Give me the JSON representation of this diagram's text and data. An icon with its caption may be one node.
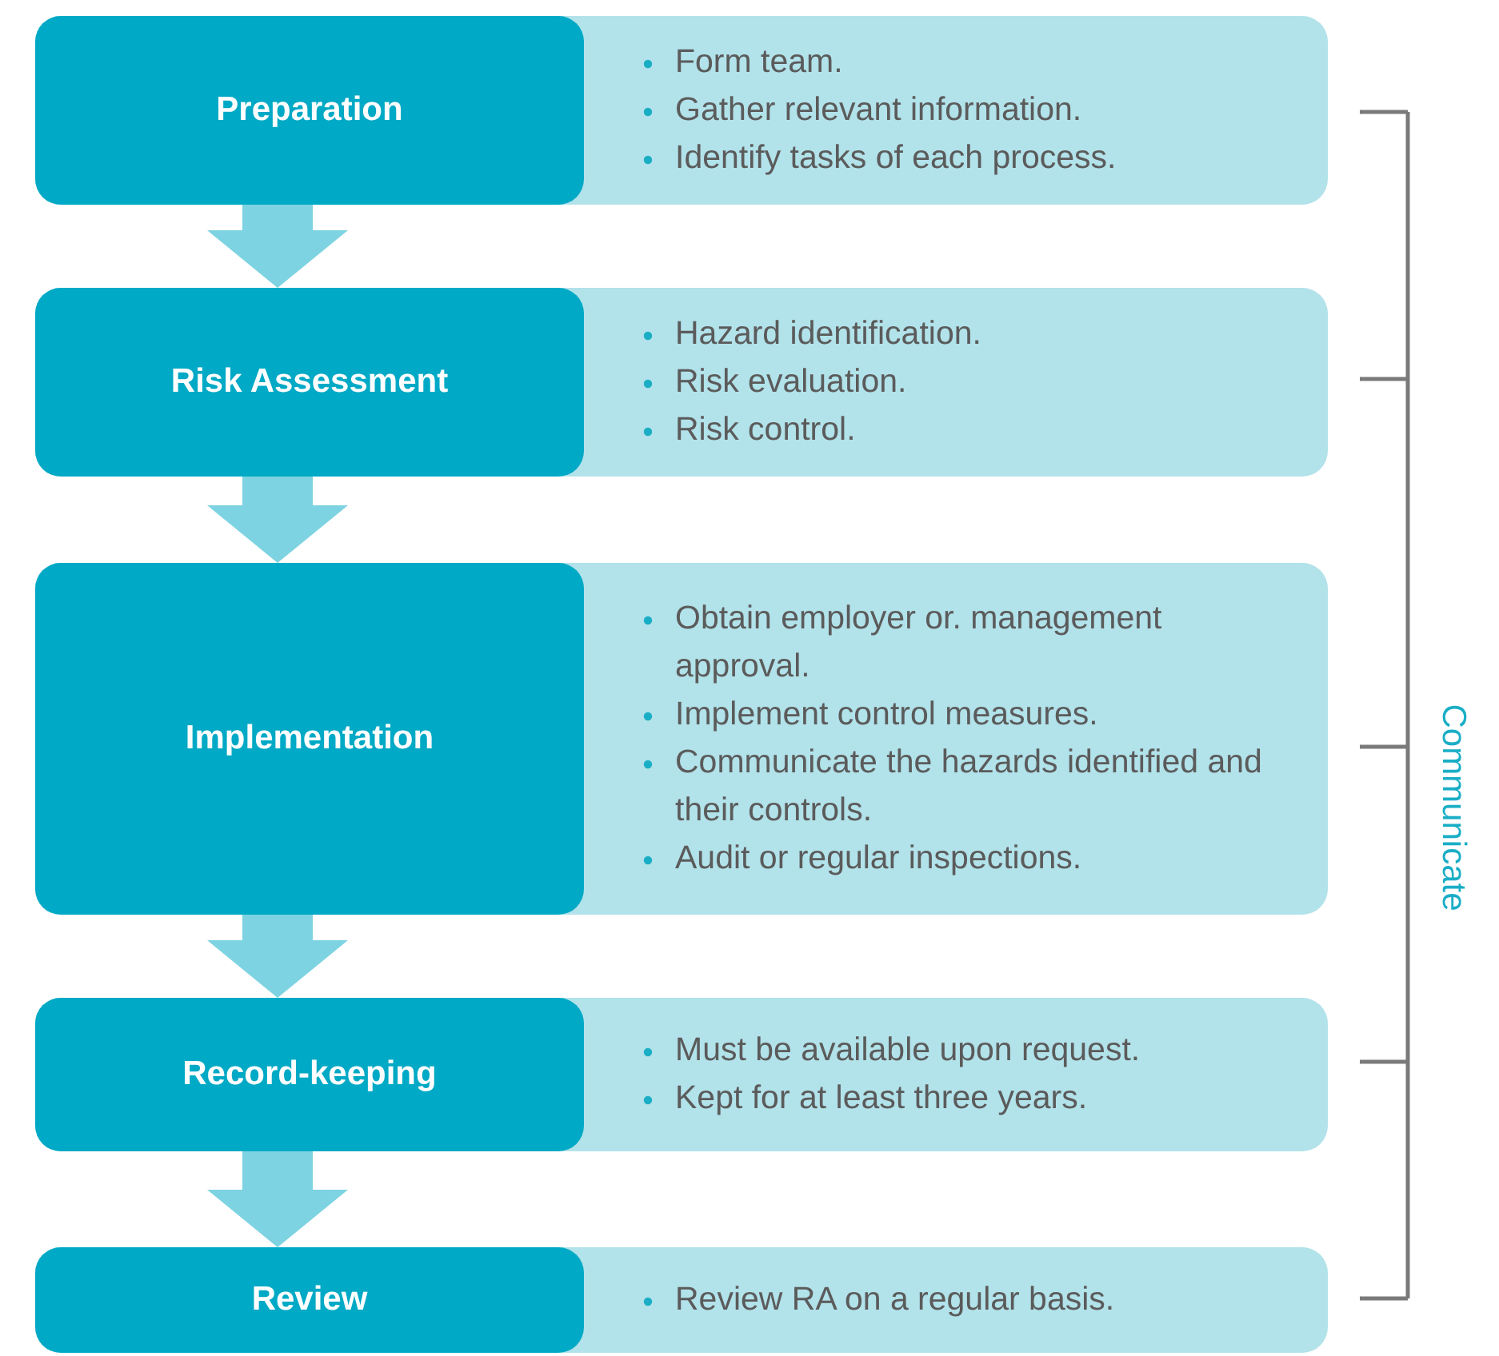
{
  "diagram": {
    "nodes": [
      {
        "text": [
          "Form team.",
          "Gather relevant information.",
          "Identify tasks of each process."
        ]
      },
      {
        "text": [
          "Preparation"
        ],
        "in": 0
      },
      {
        "text": [
          "Hazard identification.",
          "Risk evaluation.",
          "Risk control."
        ]
      },
      {
        "text": [
          "Risk Assessment"
        ],
        "in": 2
      },
      {
        "text": [
          "Obtain employer or. management approval.",
          "Implement control measures.",
          "Communicate the hazards identified and their controls.",
          "Audit or regular inspections."
        ]
      },
      {
        "text": [
          "Implementation"
        ],
        "in": 4
      },
      {
        "text": [
          "Must be available upon request.",
          "Kept for at least three years."
        ]
      },
      {
        "text": [
          "Record-keeping"
        ],
        "in": 6
      },
      {
        "text": [
          "Review RA on a regular basis."
        ]
      },
      {
        "text": [
          "Review"
        ],
        "in": 8
      }
    ],
    "edges": [
      {
        "from": 1,
        "to": 3,
        "arrow": "to"
      },
      {
        "from": 3,
        "to": 5,
        "arrow": "to"
      },
      {
        "from": 5,
        "to": 7,
        "arrow": "to"
      },
      {
        "from": 7,
        "to": 9,
        "arrow": "to"
      }
    ],
    "labels": [
      "Communicate"
    ]
  }
}
